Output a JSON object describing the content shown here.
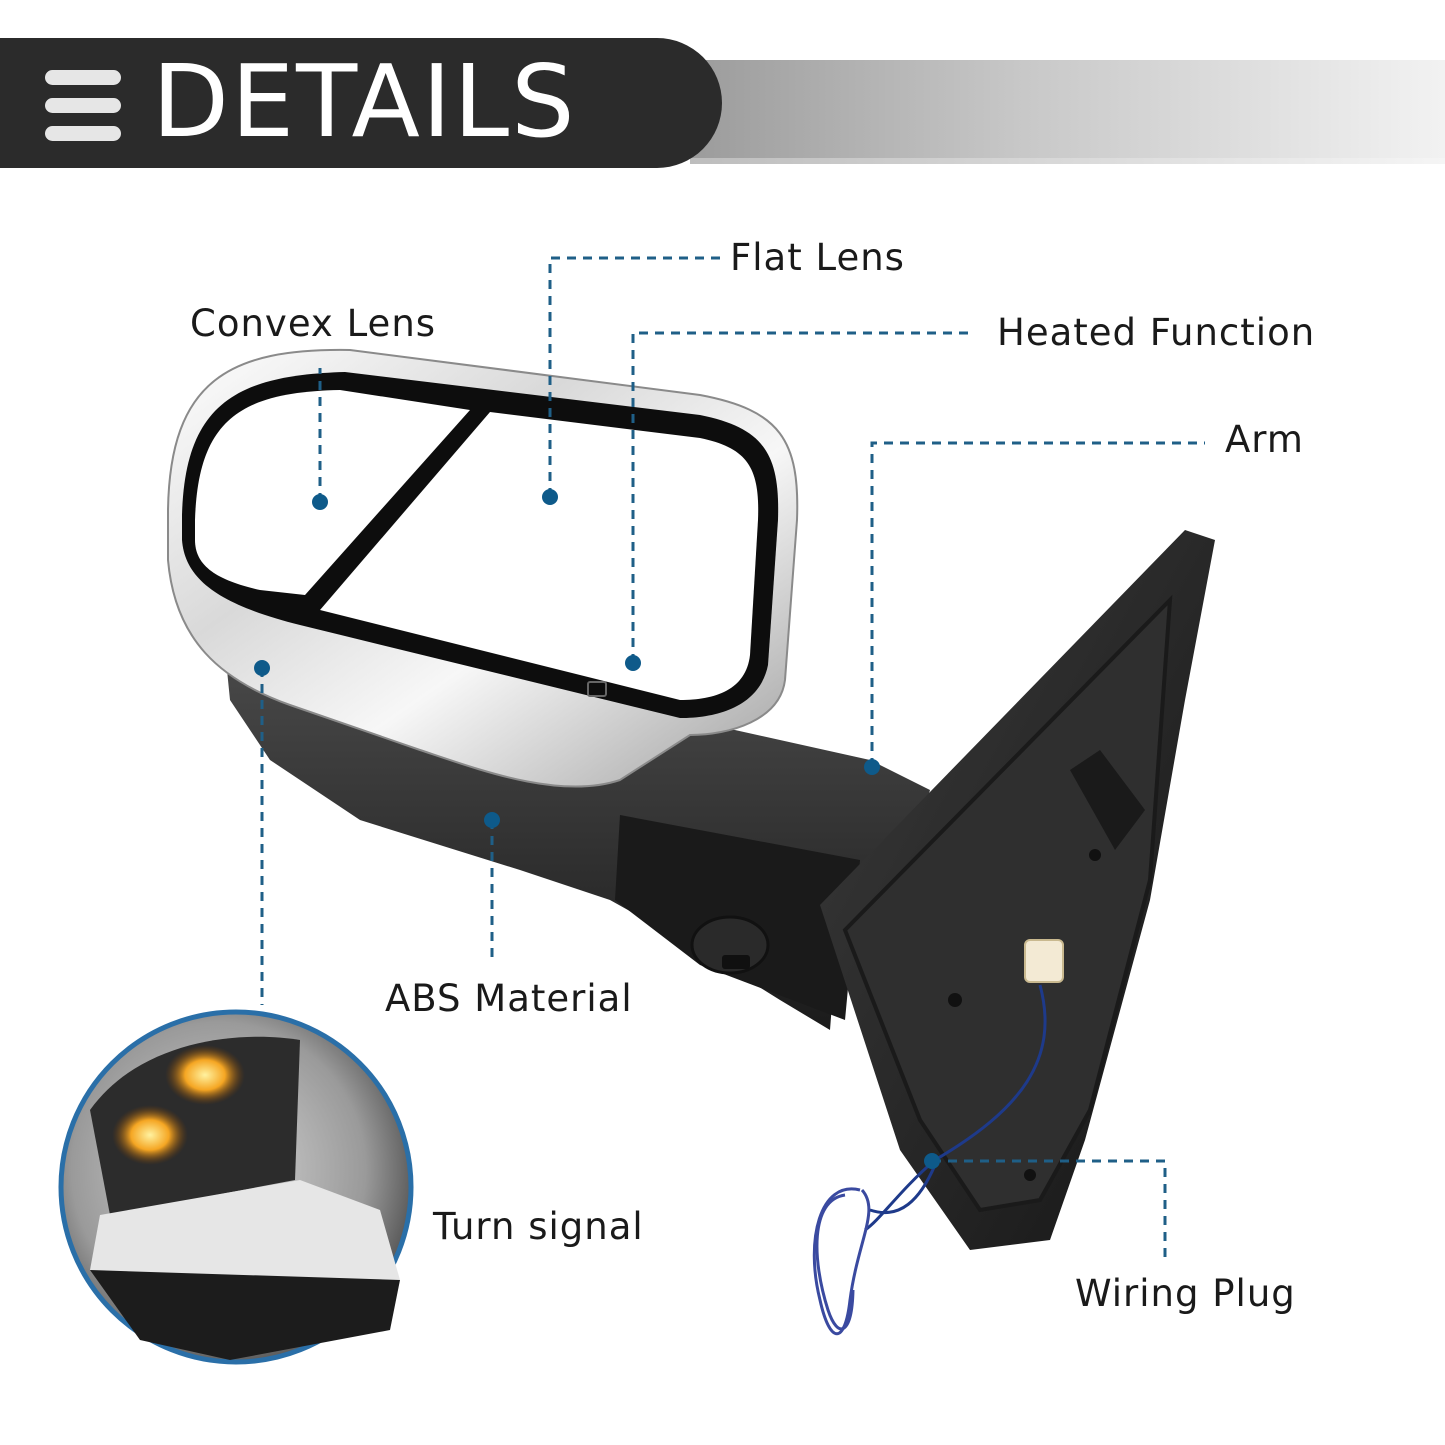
{
  "header": {
    "title": "DETAILS",
    "menu_icon": "hamburger-icon"
  },
  "callouts": {
    "flat_lens": "Flat Lens",
    "convex_lens": "Convex Lens",
    "heated_function": "Heated Function",
    "arm": "Arm",
    "abs_material": "ABS Material",
    "turn_signal": "Turn signal",
    "wiring_plug": "Wiring Plug"
  },
  "colors": {
    "header_bg": "#2b2b2b",
    "leader": "#1f5f87",
    "dot": "#0e5a8a",
    "signal": "#f5a623"
  }
}
